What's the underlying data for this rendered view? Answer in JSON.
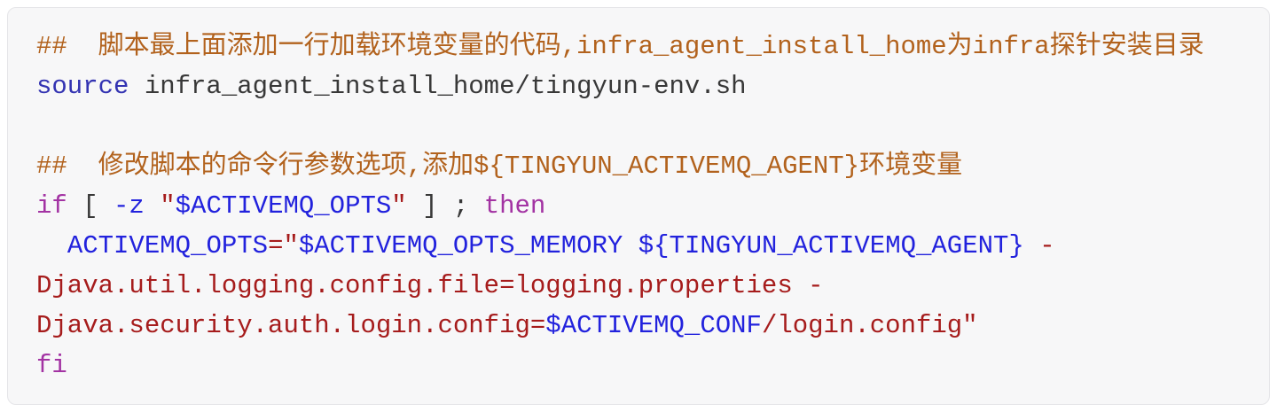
{
  "code_block": {
    "language": "bash",
    "colors": {
      "block_bg": "#f7f7f8",
      "block_border": "#e5e5e8",
      "comment": "#b2621d",
      "builtin": "#3333b2",
      "keyword": "#a333a3",
      "variable": "#2222dd",
      "string": "#a61c1c",
      "plain": "#383838"
    },
    "lines": [
      {
        "spans": [
          {
            "t": "##  脚本最上面添加一行加载环境变量的代码,infra_agent_install_home为infra探针安装目录",
            "c": "comment"
          }
        ]
      },
      {
        "spans": [
          {
            "t": "source",
            "c": "builtin"
          },
          {
            "t": " infra_agent_install_home/tingyun-env.sh",
            "c": "plain"
          }
        ]
      },
      {
        "spans": []
      },
      {
        "spans": [
          {
            "t": "##  修改脚本的命令行参数选项,添加${TINGYUN_ACTIVEMQ_AGENT}环境变量",
            "c": "comment"
          }
        ]
      },
      {
        "spans": [
          {
            "t": "if",
            "c": "keyword"
          },
          {
            "t": " [ ",
            "c": "plain"
          },
          {
            "t": "-z",
            "c": "variable"
          },
          {
            "t": " ",
            "c": "plain"
          },
          {
            "t": "\"",
            "c": "string"
          },
          {
            "t": "$ACTIVEMQ_OPTS",
            "c": "variable"
          },
          {
            "t": "\"",
            "c": "string"
          },
          {
            "t": " ] ; ",
            "c": "plain"
          },
          {
            "t": "then",
            "c": "keyword"
          }
        ]
      },
      {
        "spans": [
          {
            "t": "  ",
            "c": "plain"
          },
          {
            "t": "ACTIVEMQ_OPTS",
            "c": "variable"
          },
          {
            "t": "=\"",
            "c": "string"
          },
          {
            "t": "$ACTIVEMQ_OPTS_MEMORY",
            "c": "variable"
          },
          {
            "t": " ",
            "c": "string"
          },
          {
            "t": "${TINGYUN_ACTIVEMQ_AGENT}",
            "c": "variable"
          },
          {
            "t": " -",
            "c": "string"
          }
        ]
      },
      {
        "spans": [
          {
            "t": "Djava.util.logging.config.file=logging.properties -",
            "c": "string"
          }
        ]
      },
      {
        "spans": [
          {
            "t": "Djava.security.auth.login.config=",
            "c": "string"
          },
          {
            "t": "$ACTIVEMQ_CONF",
            "c": "variable"
          },
          {
            "t": "/login.config\"",
            "c": "string"
          }
        ]
      },
      {
        "spans": [
          {
            "t": "fi",
            "c": "keyword"
          }
        ]
      }
    ]
  }
}
